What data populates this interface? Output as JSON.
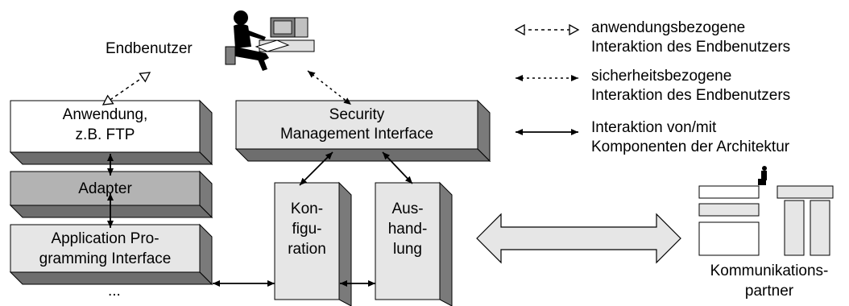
{
  "user_label": "Endbenutzer",
  "legend": [
    {
      "line1": "anwendungsbezogene",
      "line2": "Interaktion des Endbenutzers"
    },
    {
      "line1": "sicherheitsbezogene",
      "line2": "Interaktion des Endbenutzers"
    },
    {
      "line1": "Interaktion von/mit",
      "line2": "Komponenten der Architektur"
    }
  ],
  "boxes": {
    "anwendung": {
      "line1": "Anwendung,",
      "line2": "z.B. FTP"
    },
    "adapter": {
      "line1": "Adapter"
    },
    "api": {
      "line1": "Application Pro-",
      "line2": "gramming Interface"
    },
    "smi": {
      "line1": "Security",
      "line2": "Management Interface"
    },
    "konfiguration": {
      "line1": "Kon-",
      "line2": "figu-",
      "line3": "ration"
    },
    "aushandlung": {
      "line1": "Aus-",
      "line2": "hand-",
      "line3": "lung"
    }
  },
  "ellipsis": "...",
  "partner": {
    "line1": "Kommunikations-",
    "line2": "partner"
  },
  "colors": {
    "box_white": "#ffffff",
    "box_light": "#e6e6e6",
    "box_dark": "#b3b3b3",
    "side_shade": "#7a7a7a",
    "bottom_shade": "#6e6e6e",
    "stroke": "#000000"
  }
}
